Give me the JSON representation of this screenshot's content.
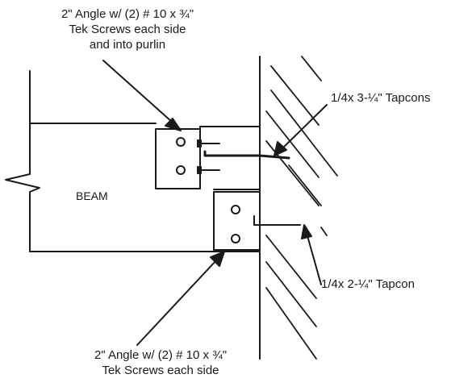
{
  "labels": {
    "top_angle": [
      "2\" Angle w/ (2) # 10 x ¾\"",
      "Tek Screws each side",
      "and into purlin"
    ],
    "tapcons_top": "1/4x 3-¼\" Tapcons",
    "beam": "BEAM",
    "tapcon_bottom": "1/4x 2-¼\" Tapcon",
    "bottom_angle": [
      "2\" Angle w/ (2) # 10 x ¾\"",
      "Tek Screws each side"
    ]
  },
  "colors": {
    "line": "#1a1a1a",
    "background": "#ffffff"
  }
}
